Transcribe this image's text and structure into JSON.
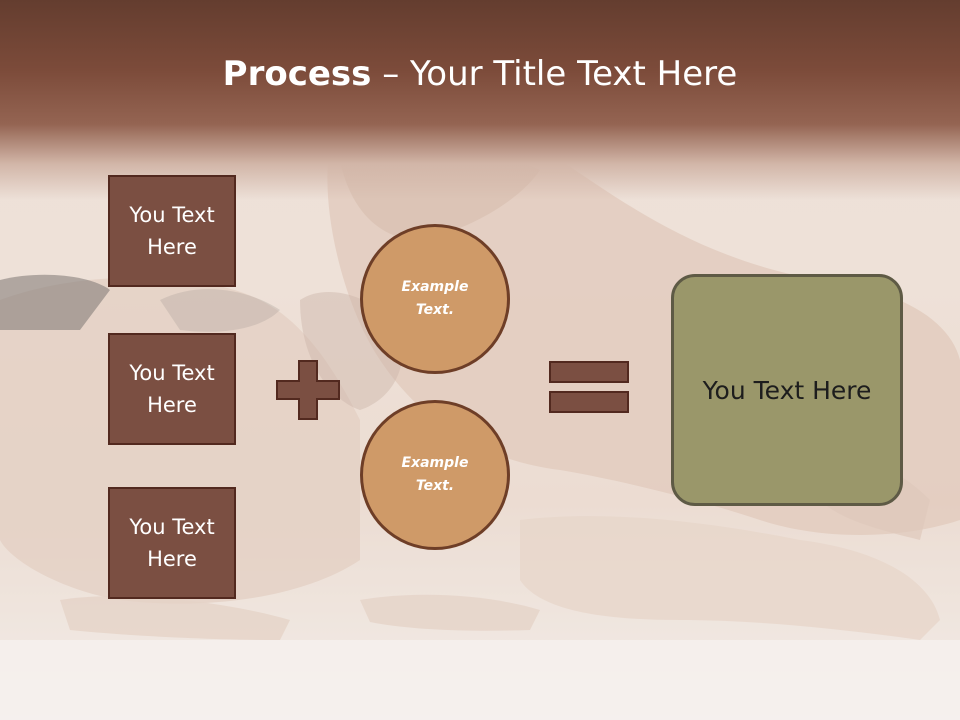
{
  "title": {
    "bold": "Process",
    "dash": " – ",
    "rest": "Your Title Text Here"
  },
  "boxes": [
    {
      "line1": "You Text",
      "line2": "Here"
    },
    {
      "line1": "You Text",
      "line2": "Here"
    },
    {
      "line1": "You Text",
      "line2": "Here"
    }
  ],
  "circles": [
    {
      "line1": "Example",
      "line2": "Text."
    },
    {
      "line1": "Example",
      "line2": "Text."
    }
  ],
  "result": {
    "label": "You Text Here"
  },
  "colors": {
    "header": "#7c4b3a",
    "box_fill": "#7b4f42",
    "circle_fill": "#cf9a68",
    "result_fill": "#9a976a",
    "operator": "#7b4f42"
  },
  "icons": {
    "plus": "plus-sign",
    "equals": "equals-sign"
  }
}
